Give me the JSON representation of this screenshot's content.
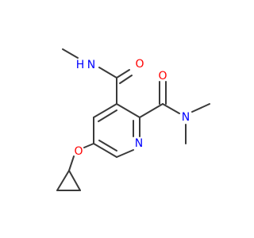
{
  "molecule": {
    "atoms": {
      "o_ether": {
        "text": "O",
        "color": "#ff0000"
      },
      "n_ring": {
        "text": "N",
        "color": "#0000ff"
      },
      "o_amide_top": {
        "text": "O",
        "color": "#ff0000"
      },
      "o_amide_right": {
        "text": "O",
        "color": "#ff0000"
      },
      "n_methylamide_h": {
        "text": "H",
        "color": "#0000ff"
      },
      "n_methylamide_n": {
        "text": "N",
        "color": "#0000ff"
      },
      "n_dimethylamide": {
        "text": "N",
        "color": "#0000ff"
      }
    },
    "colors": {
      "bond": "#3a3a3a",
      "oxygen": "#ff0000",
      "nitrogen": "#0000ff"
    }
  }
}
